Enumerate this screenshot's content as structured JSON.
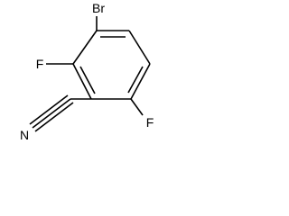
{
  "molecule": {
    "atoms": [
      {
        "id": "c1",
        "element": "C"
      },
      {
        "id": "c2",
        "element": "C"
      },
      {
        "id": "c3",
        "element": "C"
      },
      {
        "id": "c4",
        "element": "C"
      },
      {
        "id": "c5",
        "element": "C"
      },
      {
        "id": "c6",
        "element": "C"
      },
      {
        "id": "br",
        "element": "Br",
        "label": "Br"
      },
      {
        "id": "f1",
        "element": "F",
        "label": "F"
      },
      {
        "id": "f2",
        "element": "F",
        "label": "F"
      },
      {
        "id": "cn",
        "element": "C"
      },
      {
        "id": "n",
        "element": "N",
        "label": "N"
      }
    ],
    "bonds": [
      {
        "from": "c1",
        "to": "c2",
        "order": 1
      },
      {
        "from": "c2",
        "to": "c3",
        "order": 2
      },
      {
        "from": "c3",
        "to": "c4",
        "order": 1
      },
      {
        "from": "c4",
        "to": "c5",
        "order": 2
      },
      {
        "from": "c5",
        "to": "c6",
        "order": 1
      },
      {
        "from": "c6",
        "to": "c1",
        "order": 2
      },
      {
        "from": "c1",
        "to": "br",
        "order": 1
      },
      {
        "from": "c2",
        "to": "f1",
        "order": 1
      },
      {
        "from": "c4",
        "to": "f2",
        "order": 1
      },
      {
        "from": "c3",
        "to": "cn",
        "order": 1
      },
      {
        "from": "cn",
        "to": "n",
        "order": 3
      }
    ]
  }
}
